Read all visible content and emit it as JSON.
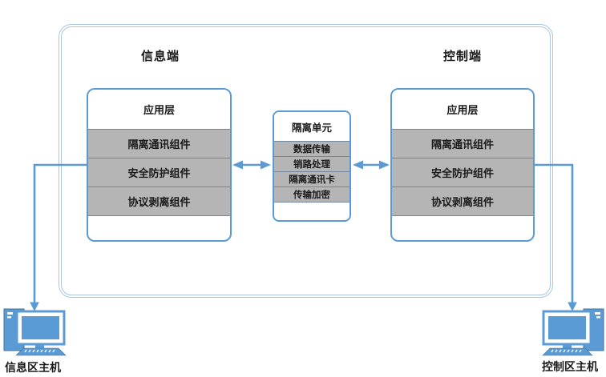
{
  "colors": {
    "accent_blue": "#5b9bd5",
    "frame_light_blue": "#a9c6e8",
    "row_gray_fill": "#b5b5b5",
    "row_gray_border": "#75889b",
    "computer_dark_blue": "#41719c",
    "text": "#1a1a1a"
  },
  "sections": {
    "info_side_title": "信息端",
    "control_side_title": "控制端"
  },
  "left_box": {
    "header": "应用层",
    "rows": [
      "隔离通讯组件",
      "安全防护组件",
      "协议剥离组件"
    ]
  },
  "right_box": {
    "header": "应用层",
    "rows": [
      "隔离通讯组件",
      "安全防护组件",
      "协议剥离组件"
    ]
  },
  "center_box": {
    "header": "隔离单元",
    "rows": [
      "数据传输",
      "销路处理",
      "隔离通讯卡",
      "传输加密"
    ]
  },
  "hosts": {
    "info_label": "信息区主机",
    "control_label": "控制区主机"
  }
}
